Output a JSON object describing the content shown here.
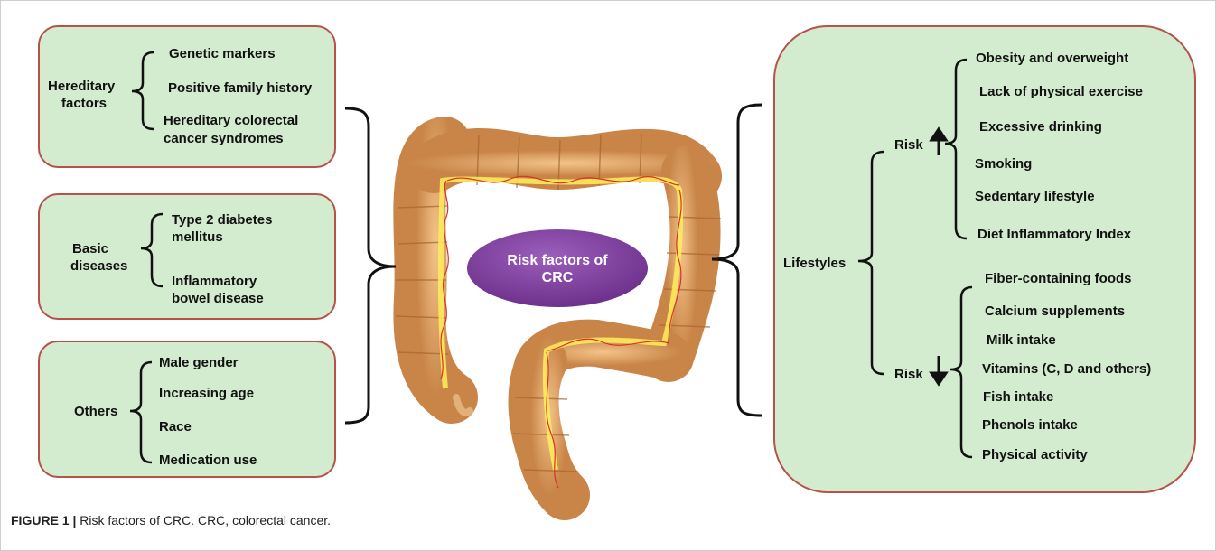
{
  "left_groups": [
    {
      "name": "Hereditary factors",
      "label_line1": "Hereditary",
      "label_line2": "factors",
      "items": [
        "Genetic markers",
        "Positive family history",
        "Hereditary colorectal",
        "cancer syndromes"
      ]
    },
    {
      "name": "Basic diseases",
      "label_line1": "Basic",
      "label_line2": "diseases",
      "items": [
        "Type 2 diabetes",
        "mellitus",
        "Inflammatory",
        "bowel disease"
      ]
    },
    {
      "name": "Others",
      "label_line1": "Others",
      "items": [
        "Male gender",
        "Increasing age",
        "Race",
        "Medication use"
      ]
    }
  ],
  "center": {
    "line1": "Risk factors of",
    "line2": "CRC"
  },
  "right_group": {
    "label": "Lifestyles",
    "risk_up_label": "Risk",
    "risk_up_items": [
      "Obesity and overweight",
      "Lack of physical exercise",
      "Excessive drinking",
      "Smoking",
      "Sedentary lifestyle",
      "Diet Inflammatory Index"
    ],
    "risk_down_label": "Risk",
    "risk_down_items": [
      "Fiber-containing foods",
      "Calcium supplements",
      "Milk intake",
      "Vitamins (C, D and others)",
      "Fish intake",
      "Phenols intake",
      "Physical activity"
    ]
  },
  "caption": {
    "prefix": "FIGURE 1 |",
    "text": " Risk factors of CRC. CRC, colorectal cancer."
  },
  "colors": {
    "box_fill": "#d3ebcf",
    "box_border": "#b6524a",
    "ellipse": "#7b3f98",
    "colon": "#d99a5b"
  }
}
